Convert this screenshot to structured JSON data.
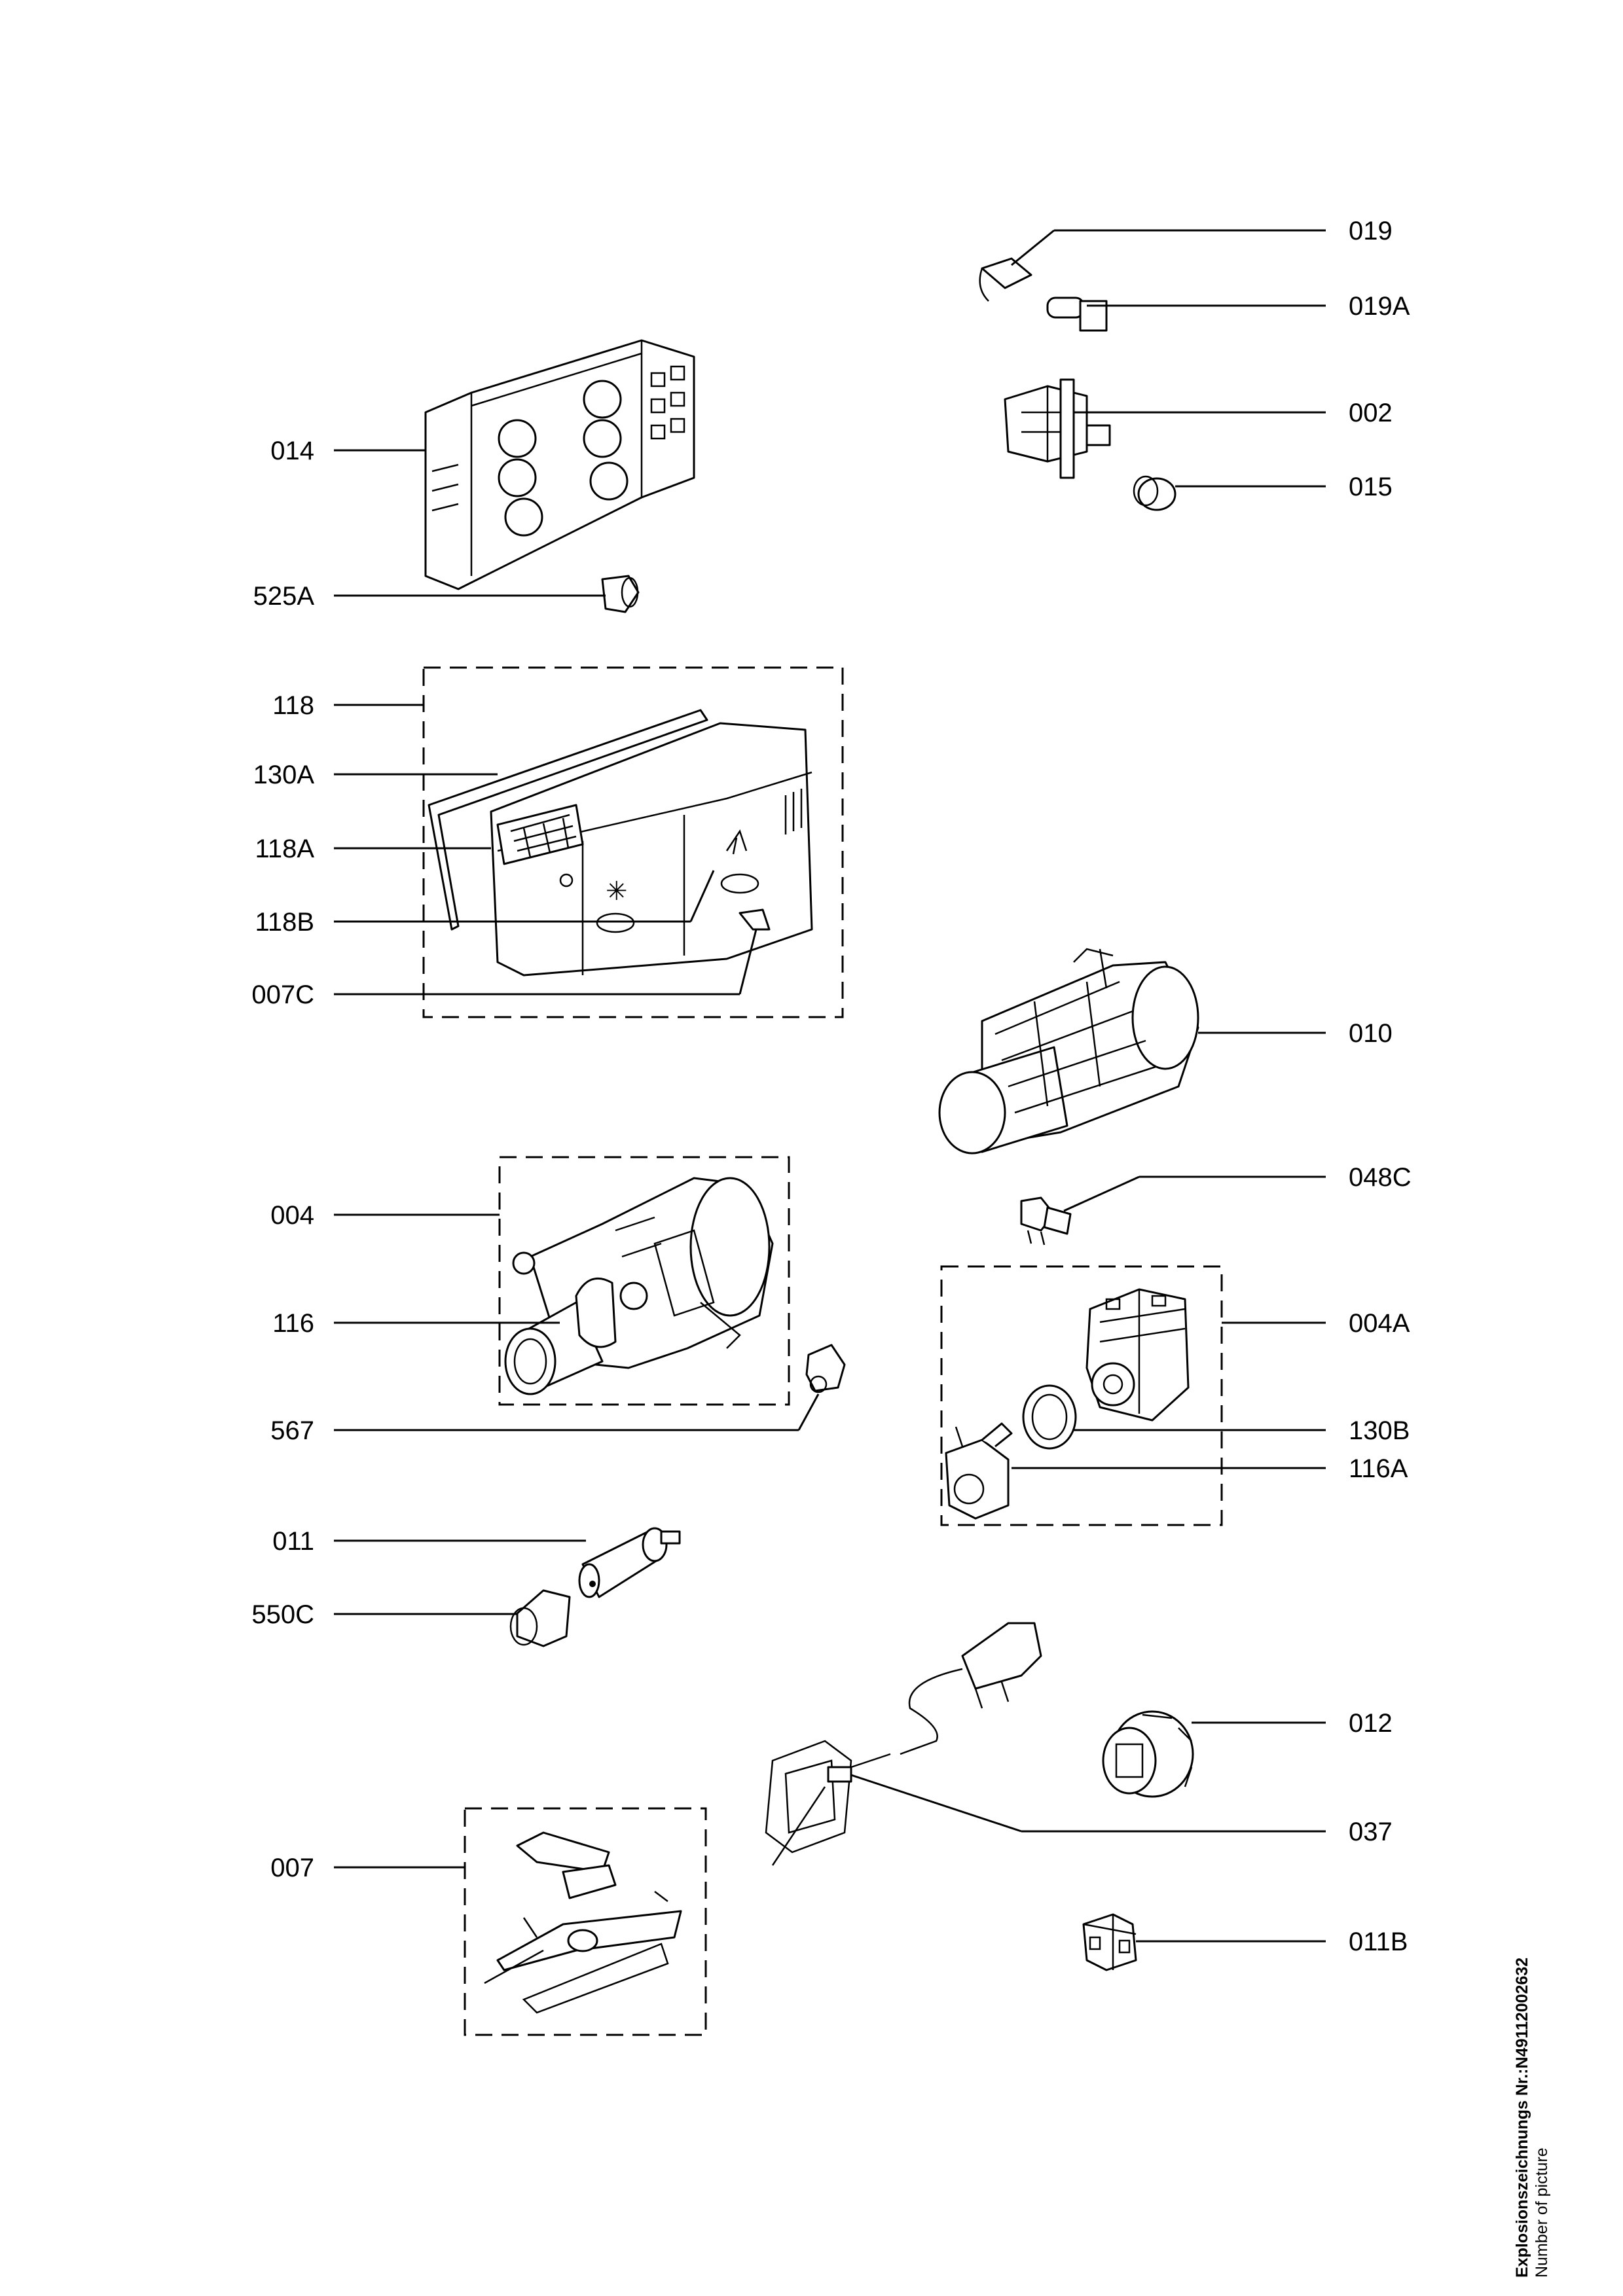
{
  "labels": {
    "p019": "019",
    "p019a": "019A",
    "p002": "002",
    "p015": "015",
    "p014": "014",
    "p525a": "525A",
    "p118": "118",
    "p130a": "130A",
    "p118a": "118A",
    "p118b": "118B",
    "p007c": "007C",
    "p010": "010",
    "p048c": "048C",
    "p004": "004",
    "p116": "116",
    "p567": "567",
    "p004a": "004A",
    "p130b": "130B",
    "p116a": "116A",
    "p011": "011",
    "p550c": "550C",
    "p012": "012",
    "p037": "037",
    "p007": "007",
    "p011b": "011B"
  },
  "caption": {
    "line1": "Explosionszeichnungs  Nr.:N49112002632",
    "line2": "Number of picture"
  }
}
